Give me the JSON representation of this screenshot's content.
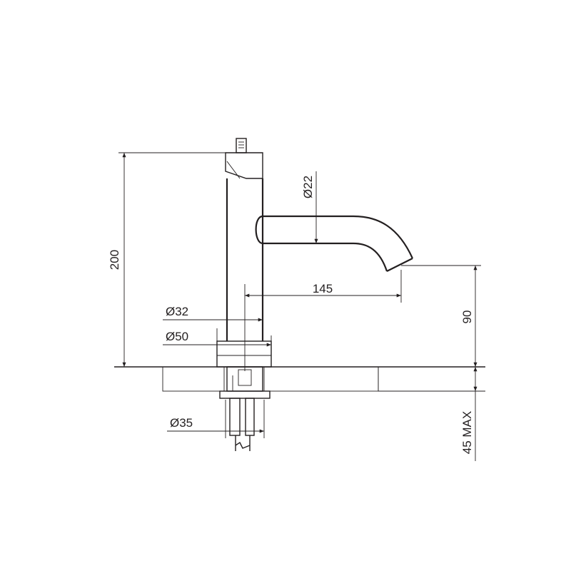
{
  "dimensions": {
    "height_total": "200",
    "spout_diameter": "Ø22",
    "spout_reach": "145",
    "spout_height": "90",
    "body_diameter": "Ø32",
    "base_diameter": "Ø50",
    "hole_diameter": "Ø35",
    "deck_thickness_max": "45 MAX"
  },
  "colors": {
    "line": "#231f20",
    "background": "#ffffff"
  }
}
